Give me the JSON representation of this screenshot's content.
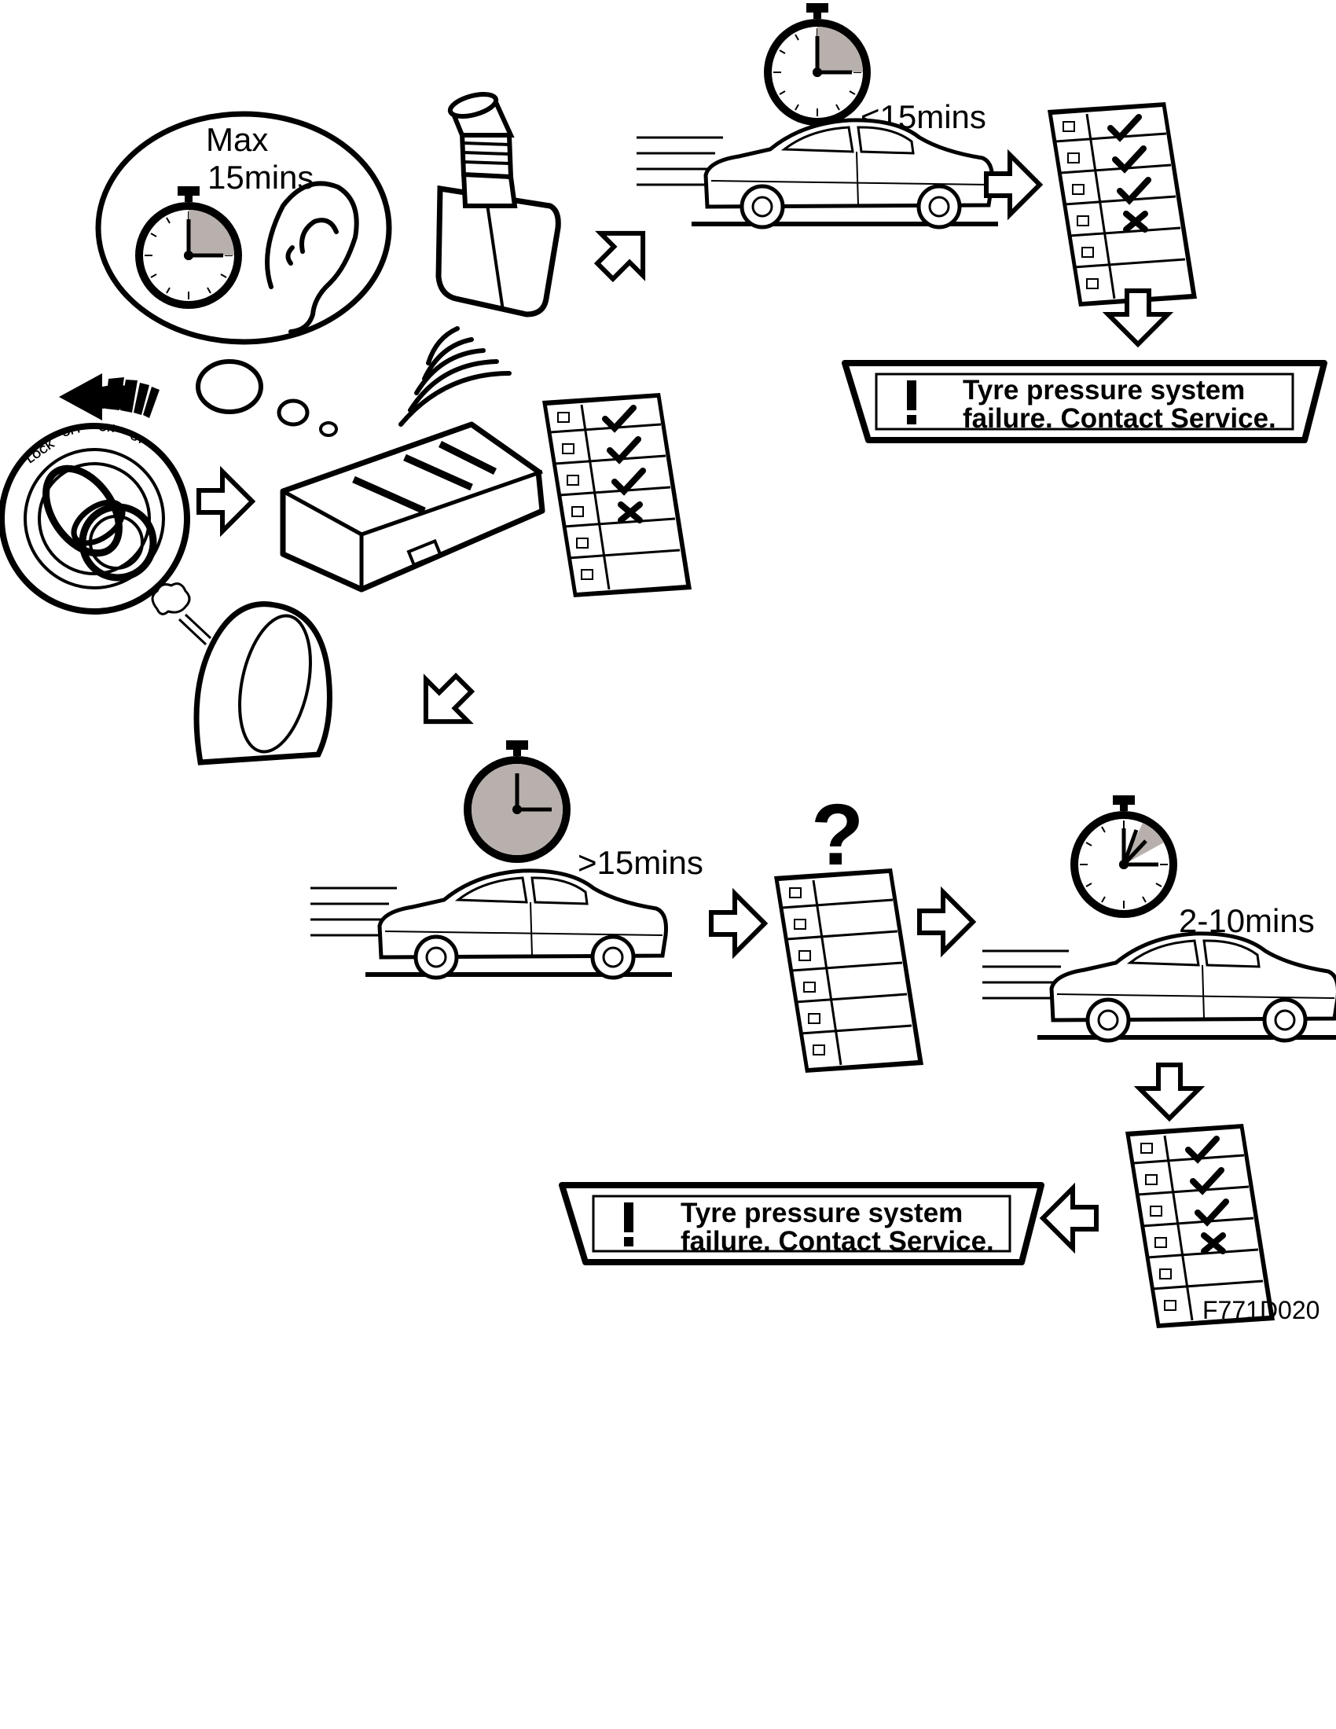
{
  "figure_code": "F771D020",
  "thought_bubble": {
    "line1": "Max",
    "line2": "15mins"
  },
  "ignition_positions": [
    "LOCK",
    "OFF",
    "ON",
    "ST"
  ],
  "timer_labels": {
    "short": "<15mins",
    "long": ">15mins",
    "short_drive": "2-10mins"
  },
  "warning": {
    "line1": "Tyre pressure system",
    "line2": "failure. Contact Service."
  },
  "unknown_symbol": "?",
  "colors": {
    "ink": "#000000",
    "timer_fill": "#b8b0ac",
    "paper": "#ffffff"
  }
}
